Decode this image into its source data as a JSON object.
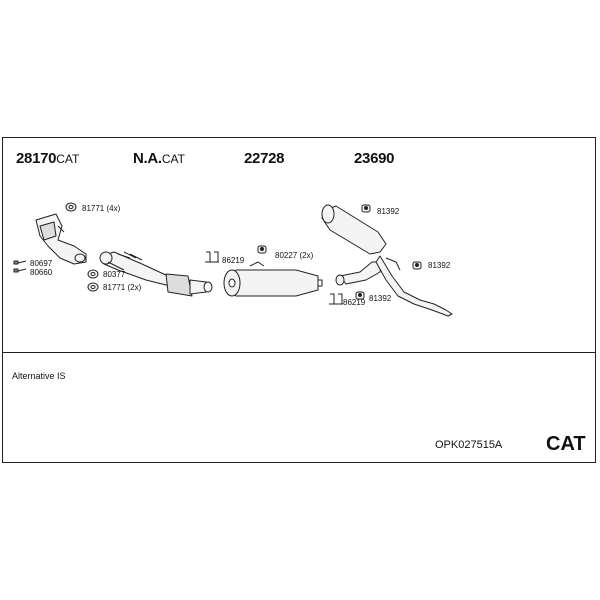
{
  "headers": [
    {
      "number": "28170",
      "suffix": "CAT"
    },
    {
      "number": "N.A.",
      "suffix": "CAT"
    },
    {
      "number": "22728",
      "suffix": ""
    },
    {
      "number": "23690",
      "suffix": ""
    }
  ],
  "parts": [
    {
      "label": "81771 (4x)"
    },
    {
      "label": "80697"
    },
    {
      "label": "80660"
    },
    {
      "label": "80377"
    },
    {
      "label": "81771 (2x)"
    },
    {
      "label": "86219"
    },
    {
      "label": "80227 (2x)"
    },
    {
      "label": "81392"
    },
    {
      "label": "81392"
    },
    {
      "label": "86219"
    },
    {
      "label": "81392"
    }
  ],
  "footer": {
    "alternative": "Alternative IS",
    "article_code": "OPK027515A",
    "category": "CAT"
  },
  "colors": {
    "line": "#222222",
    "fill": "#f4f4f4"
  }
}
